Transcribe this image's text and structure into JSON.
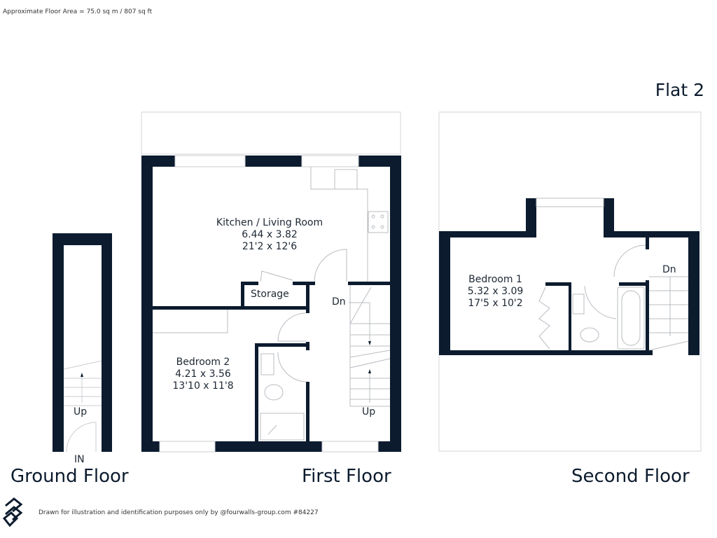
{
  "header": {
    "floor_area": "Approximate Floor Area = 75.0 sq m / 807 sq ft",
    "property_title": "Flat 2"
  },
  "floors": [
    {
      "label": "Ground Floor",
      "markers": {
        "up": "Up",
        "entrance": "IN"
      }
    },
    {
      "label": "First Floor",
      "markers": {
        "down": "Dn",
        "up": "Up"
      }
    },
    {
      "label": "Second Floor",
      "markers": {
        "down": "Dn"
      }
    }
  ],
  "rooms": {
    "kitchen": {
      "name": "Kitchen / Living Room",
      "metric": "6.44 x 3.82",
      "imperial": "21'2 x 12'6"
    },
    "storage": {
      "name": "Storage"
    },
    "bedroom2": {
      "name": "Bedroom 2",
      "metric": "4.21 x 3.56",
      "imperial": "13'10 x 11'8"
    },
    "bedroom1": {
      "name": "Bedroom 1",
      "metric": "5.32 x 3.09",
      "imperial": "17'5 x 10'2"
    }
  },
  "footer": {
    "disclaimer": "Drawn for illustration and identification purposes only by @fourwalls-group.com #84227"
  },
  "colors": {
    "wall": "#0c1b2e",
    "line": "#b8bcc2"
  }
}
